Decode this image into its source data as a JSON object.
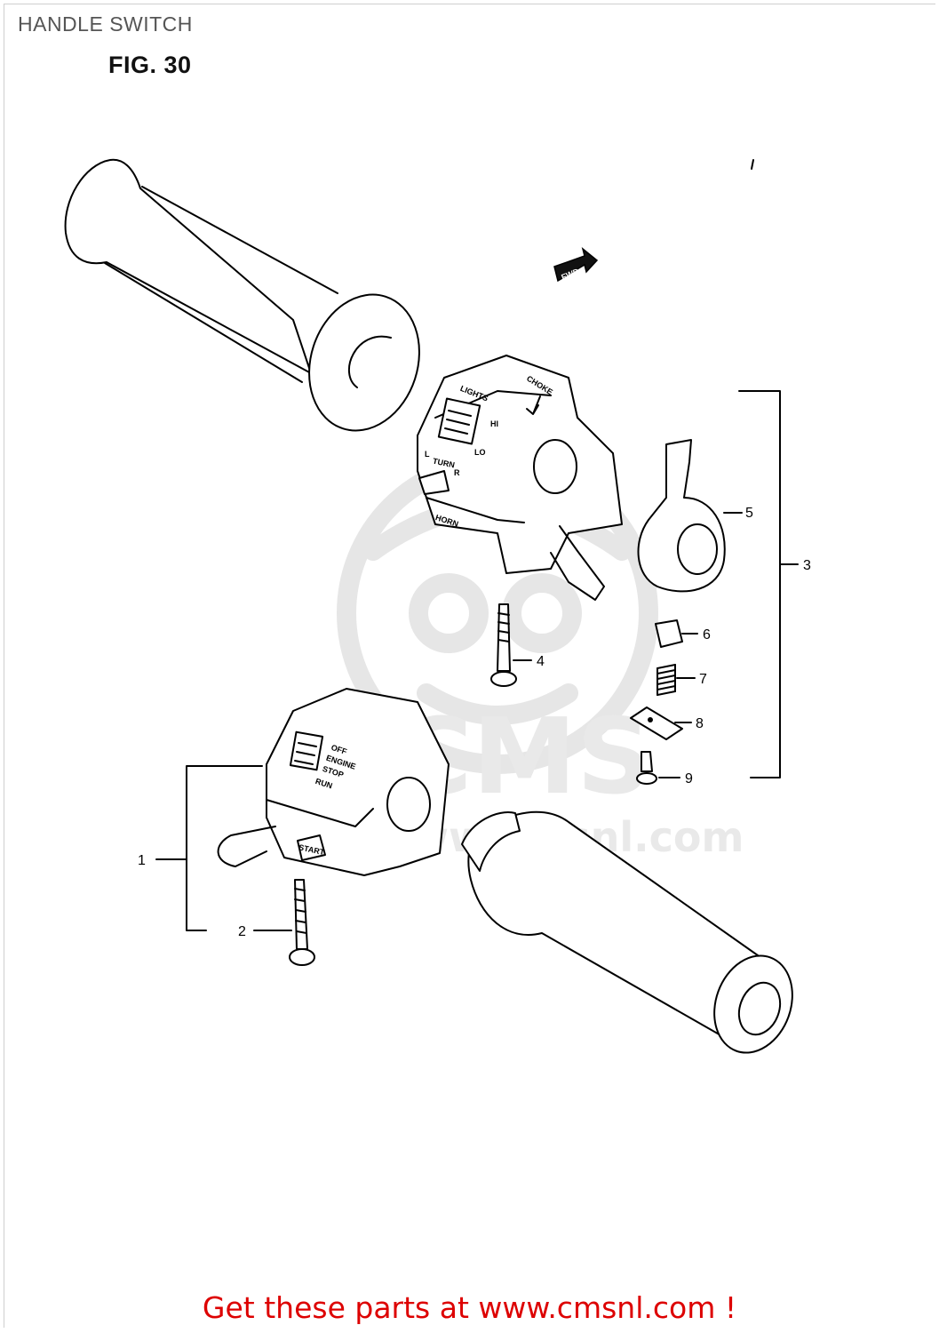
{
  "page": {
    "title": "HANDLE SWITCH",
    "figure_label": "FIG. 30"
  },
  "diagram": {
    "direction_marker": "FWD",
    "switch_labels": {
      "lights": "LIGHTS",
      "choke": "CHOKE",
      "hi": "HI",
      "lo": "LO",
      "turn": "TURN",
      "turn_left": "L",
      "turn_right": "R",
      "horn": "HORN",
      "off": "OFF",
      "engine": "ENGINE",
      "stop": "STOP",
      "run": "RUN",
      "start": "START"
    },
    "callouts": [
      {
        "id": "1",
        "label": "1"
      },
      {
        "id": "2",
        "label": "2"
      },
      {
        "id": "3",
        "label": "3"
      },
      {
        "id": "4",
        "label": "4"
      },
      {
        "id": "5",
        "label": "5"
      },
      {
        "id": "6",
        "label": "6"
      },
      {
        "id": "7",
        "label": "7"
      },
      {
        "id": "8",
        "label": "8"
      },
      {
        "id": "9",
        "label": "9"
      }
    ]
  },
  "watermark": {
    "brand": "CMS",
    "url": "www.cmsnl.com"
  },
  "footer": {
    "link_text": "Get these parts at www.cmsnl.com !"
  }
}
